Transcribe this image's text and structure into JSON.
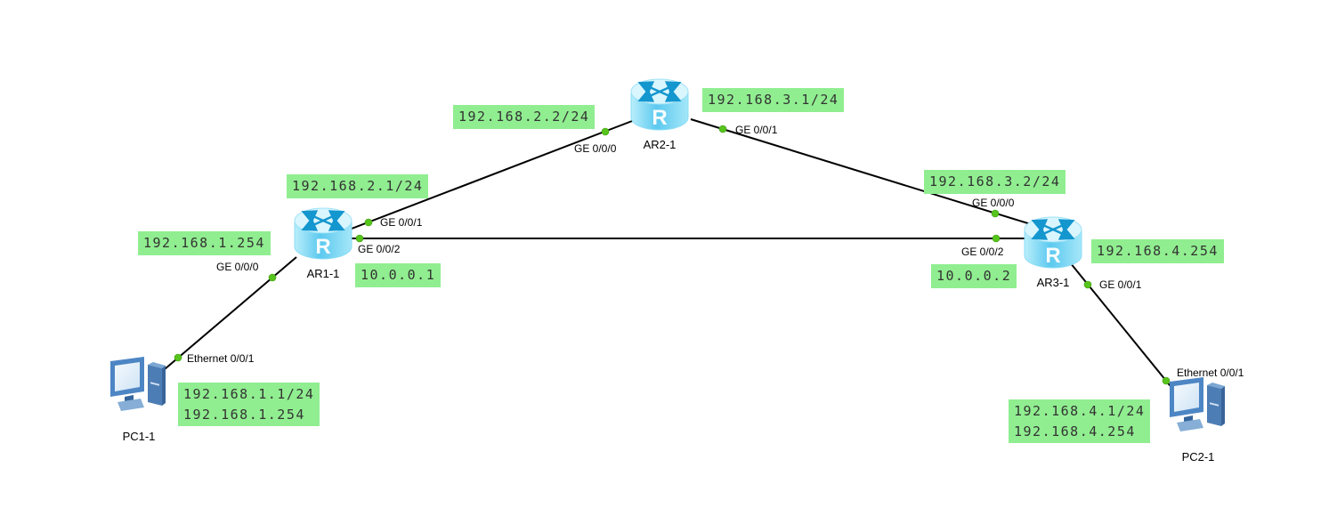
{
  "colors": {
    "annotation_bg": "#90ee90",
    "annotation_text": "#333333",
    "link": "#000000",
    "port_status_up": "#57c41c",
    "router_body": "#6fd2f2",
    "pc_body": "#4e86c6"
  },
  "devices": [
    {
      "name": "AR2-1",
      "type": "router"
    },
    {
      "name": "AR1-1",
      "type": "router"
    },
    {
      "name": "AR3-1",
      "type": "router"
    },
    {
      "name": "PC1-1",
      "type": "pc"
    },
    {
      "name": "PC2-1",
      "type": "pc"
    }
  ],
  "port_labels": [
    {
      "device": "AR2-1",
      "label": "GE 0/0/0"
    },
    {
      "device": "AR2-1",
      "label": "GE 0/0/1"
    },
    {
      "device": "AR1-1",
      "label": "GE 0/0/1"
    },
    {
      "device": "AR1-1",
      "label": "GE 0/0/2"
    },
    {
      "device": "AR1-1",
      "label": "GE 0/0/0"
    },
    {
      "device": "AR3-1",
      "label": "GE 0/0/0"
    },
    {
      "device": "AR3-1",
      "label": "GE 0/0/2"
    },
    {
      "device": "AR3-1",
      "label": "GE 0/0/1"
    },
    {
      "device": "PC1-1",
      "label": "Ethernet 0/0/1"
    },
    {
      "device": "PC2-1",
      "label": "Ethernet 0/0/1"
    }
  ],
  "annotations": [
    {
      "text": "192.168.2.2/24"
    },
    {
      "text": "192.168.3.1/24"
    },
    {
      "text": "192.168.2.1/24"
    },
    {
      "text": "192.168.1.254"
    },
    {
      "text": "10.0.0.1"
    },
    {
      "text": "192.168.3.2/24"
    },
    {
      "text": "192.168.4.254"
    },
    {
      "text": "10.0.0.2"
    },
    {
      "text": "192.168.1.1/24\n192.168.1.254"
    },
    {
      "text": "192.168.4.1/24\n192.168.4.254"
    }
  ],
  "links": [
    {
      "from": "PC1-1 Ethernet 0/0/1",
      "to": "AR1-1 GE 0/0/0",
      "status": "up"
    },
    {
      "from": "AR1-1 GE 0/0/1",
      "to": "AR2-1 GE 0/0/0",
      "status": "up"
    },
    {
      "from": "AR2-1 GE 0/0/1",
      "to": "AR3-1 GE 0/0/0",
      "status": "up"
    },
    {
      "from": "AR1-1 GE 0/0/2",
      "to": "AR3-1 GE 0/0/2",
      "status": "up"
    },
    {
      "from": "AR3-1 GE 0/0/1",
      "to": "PC2-1 Ethernet 0/0/1",
      "status": "up"
    }
  ]
}
